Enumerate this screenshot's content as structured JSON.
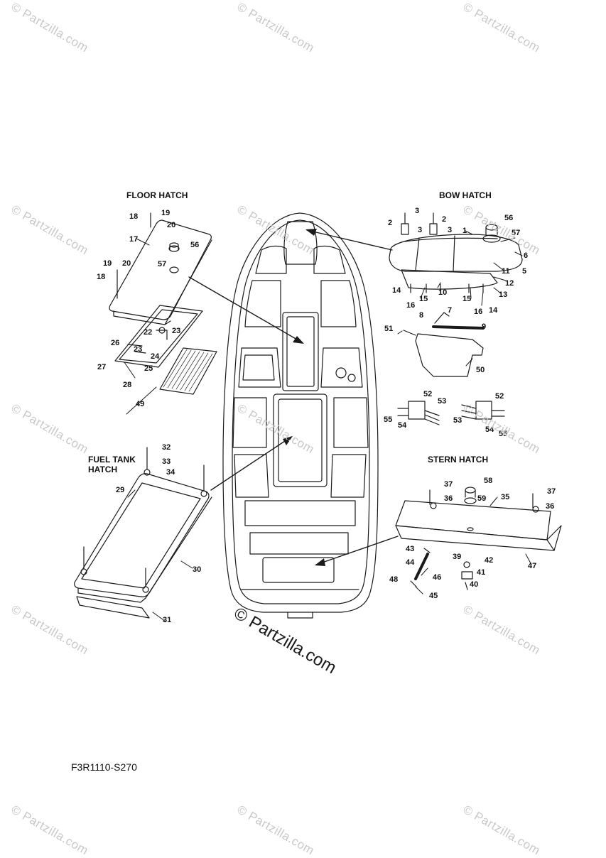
{
  "watermark": "© Partzilla.com",
  "watermark_center": "© Partzilla.com",
  "sections": {
    "floor_hatch": "FLOOR HATCH",
    "bow_hatch": "BOW HATCH",
    "fuel_tank_hatch_line1": "FUEL TANK",
    "fuel_tank_hatch_line2": "HATCH",
    "stern_hatch": "STERN HATCH"
  },
  "diagram_code": "F3R1110-S270",
  "part_labels": [
    "1",
    "2",
    "3",
    "5",
    "6",
    "7",
    "8",
    "9",
    "10",
    "11",
    "12",
    "13",
    "14",
    "15",
    "16",
    "17",
    "18",
    "19",
    "20",
    "22",
    "23",
    "24",
    "25",
    "26",
    "27",
    "28",
    "29",
    "30",
    "31",
    "32",
    "33",
    "34",
    "35",
    "36",
    "37",
    "39",
    "40",
    "41",
    "42",
    "43",
    "44",
    "45",
    "46",
    "47",
    "48",
    "49",
    "50",
    "51",
    "52",
    "53",
    "54",
    "55",
    "56",
    "57",
    "58",
    "59"
  ],
  "colors": {
    "line": "#1a1a1a",
    "watermark": "#c9c9c9",
    "background": "#ffffff"
  }
}
